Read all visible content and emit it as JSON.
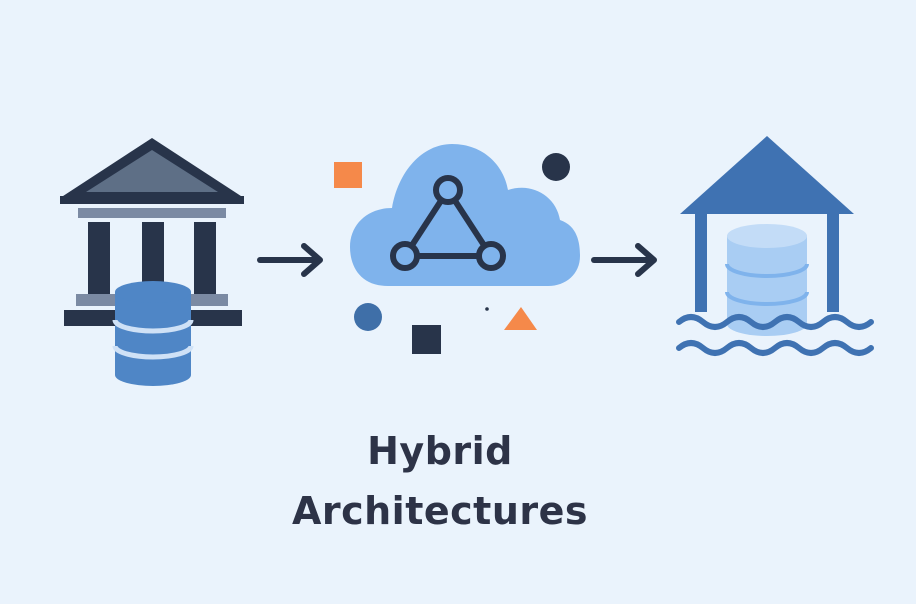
{
  "title": {
    "line1": "Hybrid",
    "line2": "Architectures"
  },
  "colors": {
    "background": "#eaf3fc",
    "dark_navy": "#28344a",
    "slate": "#5e6f86",
    "gray_blue": "#7b8aa3",
    "db_blue": "#4f86c6",
    "db_stripe": "#cfe1f6",
    "cloud_blue": "#7fb3ec",
    "lake_blue": "#3f72b2",
    "lake_db": "#a9cdf3",
    "accent_orange": "#f5894a",
    "dot_blue": "#3f6fa8",
    "text": "#2d3347"
  },
  "nodes": [
    {
      "id": "warehouse",
      "icons": [
        "bank-building-icon",
        "database-icon"
      ]
    },
    {
      "id": "cloud",
      "icons": [
        "cloud-icon",
        "network-graph-icon"
      ]
    },
    {
      "id": "lakehouse",
      "icons": [
        "house-roof-icon",
        "database-icon",
        "water-waves-icon"
      ]
    }
  ],
  "edges": [
    {
      "from": "warehouse",
      "to": "cloud"
    },
    {
      "from": "cloud",
      "to": "lakehouse"
    }
  ]
}
